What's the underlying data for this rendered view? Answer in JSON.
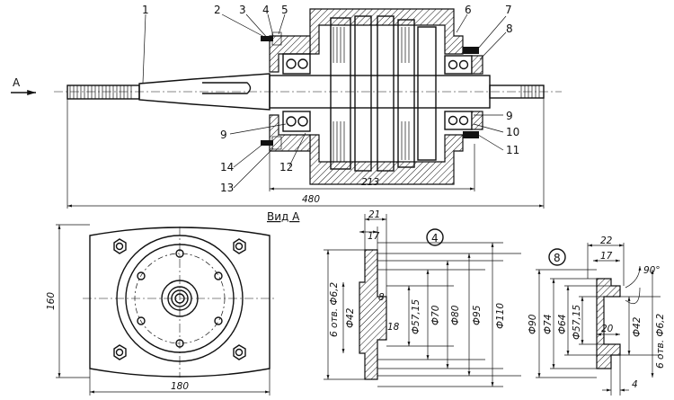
{
  "main_view": {
    "callouts": [
      "1",
      "2",
      "3",
      "4",
      "5",
      "6",
      "7",
      "8",
      "9",
      "9",
      "10",
      "11",
      "12",
      "13",
      "14"
    ],
    "arrow_label": "А",
    "dims": {
      "overall": "480",
      "body": "213"
    }
  },
  "view_a": {
    "title": "Вид А",
    "dims": {
      "height": "160",
      "width": "180"
    }
  },
  "detail_4": {
    "marker": "4",
    "dims": {
      "w21": "21",
      "w17": "17",
      "d8": "8",
      "d18": "18",
      "holes": "6 отв. Ф6,2",
      "d42": "Ф42",
      "d57": "Ф57,15",
      "d70": "Ф70",
      "d80": "Ф80",
      "d95": "Ф95",
      "d110": "Ф110"
    }
  },
  "detail_8": {
    "marker": "8",
    "dims": {
      "w22": "22",
      "w17": "17",
      "angle": "90°",
      "d90": "Ф90",
      "d74": "Ф74",
      "d64": "Ф64",
      "d57": "Ф57,15",
      "d20": "20",
      "d42": "Ф42",
      "holes": "6 отв. Ф6,2",
      "d4": "4"
    }
  }
}
